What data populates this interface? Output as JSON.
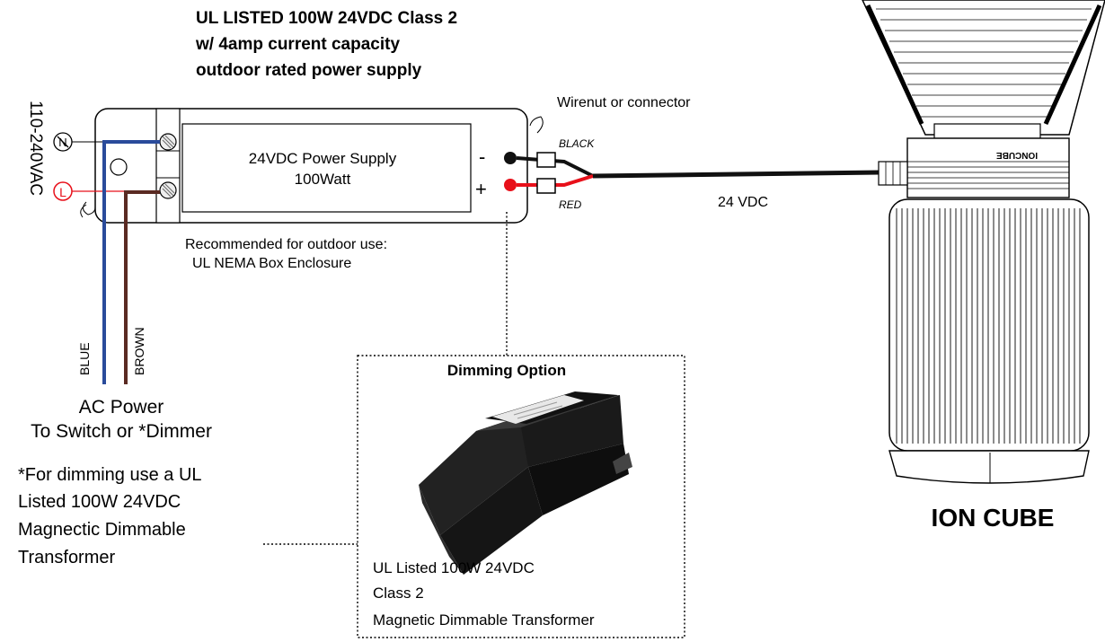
{
  "header": {
    "line1": "UL LISTED 100W 24VDC Class 2",
    "line2": "w/ 4amp current capacity",
    "line3": "outdoor rated power supply"
  },
  "power_supply": {
    "label_line1": "24VDC Power Supply",
    "label_line2": "100Watt",
    "minus": "-",
    "plus": "+",
    "terminal_n": "N",
    "terminal_l": "L"
  },
  "input_voltage": "110-240VAC",
  "connector_label": "Wirenut or connector",
  "wire_labels": {
    "black": "BLACK",
    "red": "RED",
    "blue": "BLUE",
    "brown": "BROWN",
    "dc": "24 VDC"
  },
  "enclosure_note": {
    "line1": "Recommended for outdoor use:",
    "line2": "UL NEMA Box Enclosure"
  },
  "ac_power": {
    "line1": "AC Power",
    "line2": "To Switch or *Dimmer"
  },
  "dimming_note": {
    "line1": "*For dimming use a UL",
    "line2": "Listed  100W 24VDC",
    "line3": "Magnectic Dimmable",
    "line4": "Transformer"
  },
  "dimming_option": {
    "title": "Dimming Option",
    "line1": "UL Listed  100W 24VDC",
    "line2": "Class 2",
    "line3": "Magnetic Dimmable Transformer"
  },
  "fixture": {
    "name": "ION CUBE",
    "body_label": "IONCUBE"
  },
  "colors": {
    "blue_wire": "#2a4b9b",
    "brown_wire": "#5a2a22",
    "red_wire": "#e8101a",
    "black_wire": "#111111"
  }
}
